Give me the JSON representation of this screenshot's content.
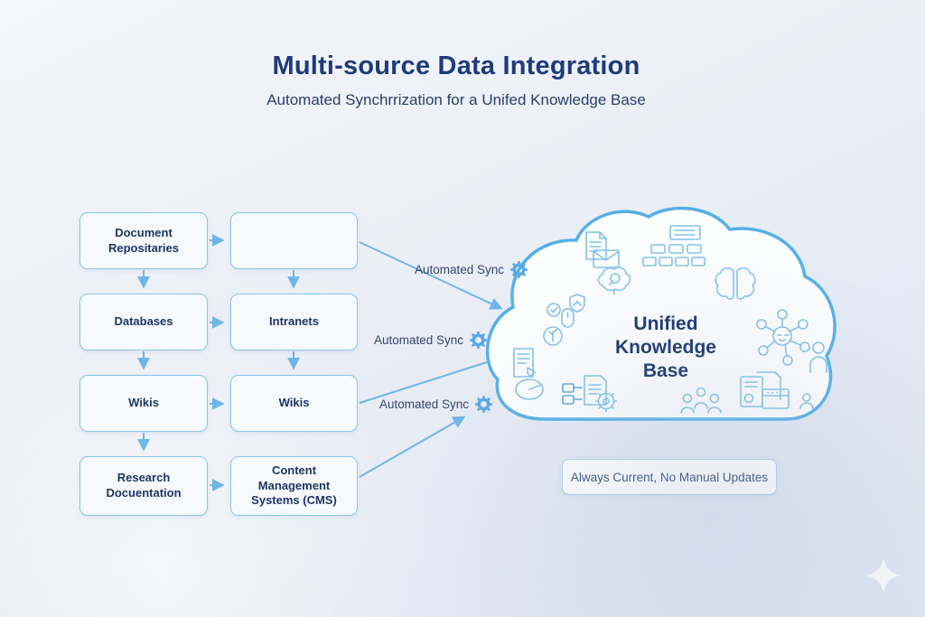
{
  "header": {
    "title": "Multi-source Data Integration",
    "subtitle": "Automated Synchrrization for a Unifed Knowledge Base"
  },
  "sources": [
    {
      "label": "Document Repositaries"
    },
    {
      "label": "Databases"
    },
    {
      "label": "Wikis"
    },
    {
      "label": "Research Docuentation"
    }
  ],
  "intermediates": [
    {
      "label": ""
    },
    {
      "label": "Intranets"
    },
    {
      "label": "Wikis"
    },
    {
      "label": "Content Management Systems (CMS)"
    }
  ],
  "sync": [
    {
      "label": "Automated Sync",
      "icon": "gear-icon"
    },
    {
      "label": "Automated Sync",
      "icon": "gear-icon"
    },
    {
      "label": "Automated Sync",
      "icon": "gear-icon"
    }
  ],
  "cloud": {
    "line1": "Unified",
    "line2": "Knowledge",
    "line3": "Base",
    "icons": [
      "document-icon",
      "envelope-icon",
      "sitemap-icon",
      "brain-search-icon",
      "shield-arrow-icon",
      "mouse-icon",
      "check-badge-icon",
      "tree-icon",
      "document-edit-icon",
      "pie-chart-icon",
      "flow-boxes-icon",
      "document-gear-icon",
      "people-icon",
      "brain-icon",
      "network-hub-icon",
      "documents-browser-icon",
      "person-icon",
      "small-people-icon"
    ]
  },
  "badge": {
    "label": "Always Current, No Manual Updates"
  },
  "colors": {
    "title": "#1e3b7d",
    "subtitle": "#27406f",
    "box_border": "#85c6ec",
    "box_fill": "#f7fafd",
    "box_text": "#1d3566",
    "connector": "#6fb6e8",
    "gear": "#57a8e8",
    "cloud_stroke": "#55b0e6",
    "cloud_fill": "#fdfeff",
    "cloud_icon": "#82c2ea",
    "cloud_text": "#12306b",
    "badge_border": "#a5d2ee",
    "badge_text": "#2e4574"
  }
}
